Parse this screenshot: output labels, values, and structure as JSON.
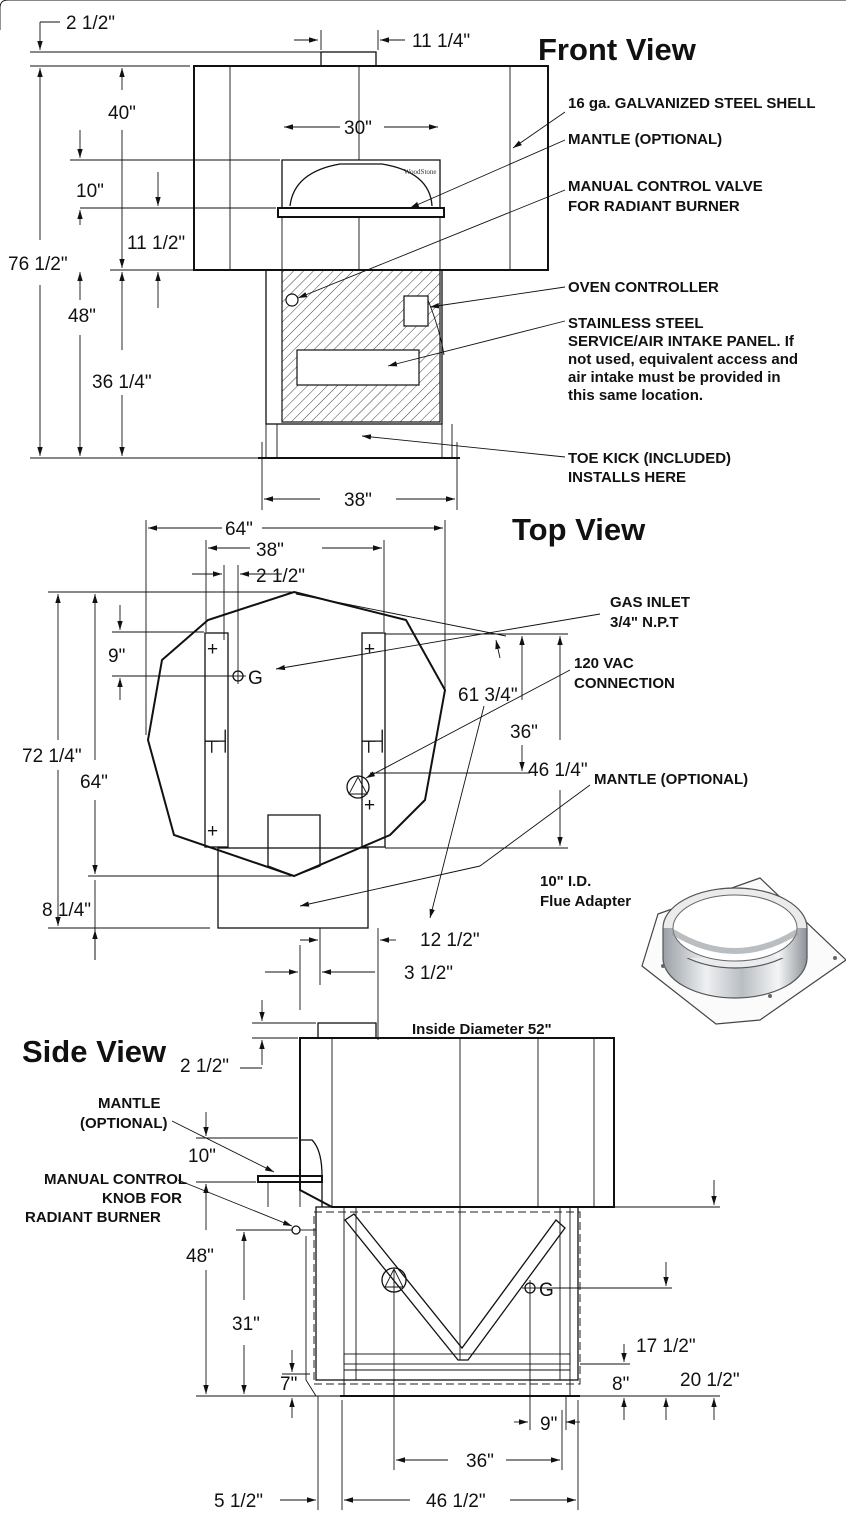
{
  "views": {
    "front": "Front View",
    "top": "Top View",
    "side": "Side View"
  },
  "front_dims": {
    "d_2_5": "2 1/2\"",
    "d_11_25": "11 1/4\"",
    "d_30": "30\"",
    "d_40": "40\"",
    "d_10": "10\"",
    "d_11_5": "11 1/2\"",
    "d_76_5": "76 1/2\"",
    "d_48": "48\"",
    "d_36_25": "36 1/4\"",
    "d_38": "38\""
  },
  "front_callouts": {
    "shell": "16 ga. GALVANIZED STEEL SHELL",
    "mantle": "MANTLE (OPTIONAL)",
    "valve_1": "MANUAL CONTROL VALVE",
    "valve_2": "FOR RADIANT BURNER",
    "controller": "OVEN CONTROLLER",
    "panel_1": "STAINLESS STEEL",
    "panel_2": "SERVICE/AIR INTAKE PANEL. If",
    "panel_3": "not used, equivalent access and",
    "panel_4": "air intake must be provided in",
    "panel_5": "this same location.",
    "toe_1": "TOE KICK (INCLUDED)",
    "toe_2": "INSTALLS HERE",
    "brand": "WoodStone"
  },
  "top_dims": {
    "d_64_w": "64\"",
    "d_38": "38\"",
    "d_2_5": "2 1/2\"",
    "d_9": "9\"",
    "d_72_25": "72 1/4\"",
    "d_64_h": "64\"",
    "d_8_25": "8 1/4\"",
    "d_61_75": "61 3/4\"",
    "d_36": "36\"",
    "d_46_25": "46 1/4\"",
    "d_12_5": "12 1/2\"",
    "d_3_5": "3 1/2\""
  },
  "top_callouts": {
    "gas_1": "GAS INLET",
    "gas_2": "3/4\" N.P.T",
    "vac_1": "120  VAC",
    "vac_2": "CONNECTION",
    "mantle": "MANTLE (OPTIONAL)",
    "gas_symbol": "G",
    "flue_1": "10\" I.D.",
    "flue_2": "Flue Adapter"
  },
  "side_dims": {
    "d_2_5": "2 1/2\"",
    "inside_diameter": "Inside Diameter 52\"",
    "d_10": "10\"",
    "d_48": "48\"",
    "d_31": "31\"",
    "d_7": "7\"",
    "d_17_5": "17 1/2\"",
    "d_8": "8\"",
    "d_20_5": "20 1/2\"",
    "d_9": "9\"",
    "d_36": "36\"",
    "d_5_5": "5 1/2\"",
    "d_46_5": "46 1/2\""
  },
  "side_callouts": {
    "mantle_1": "MANTLE",
    "mantle_2": "(OPTIONAL)",
    "knob_1": "MANUAL CONTROL",
    "knob_2": "KNOB FOR",
    "knob_3": "RADIANT BURNER",
    "gas_symbol": "G"
  }
}
